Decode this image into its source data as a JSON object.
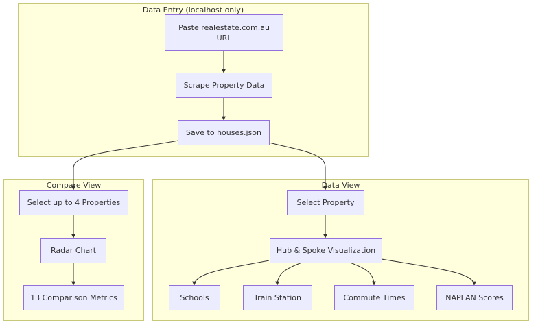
{
  "clusters": {
    "data_entry": "Data Entry (localhost only)",
    "compare_view": "Compare View",
    "data_view": "Data View"
  },
  "nodes": {
    "paste_url": "Paste realestate.com.au\nURL",
    "scrape": "Scrape Property Data",
    "save": "Save to houses.json",
    "select_up_to_4": "Select up to 4 Properties",
    "radar": "Radar Chart",
    "metrics": "13 Comparison Metrics",
    "select_property": "Select Property",
    "hub_spoke": "Hub & Spoke Visualization",
    "schools": "Schools",
    "train": "Train Station",
    "commute": "Commute Times",
    "naplan": "NAPLAN Scores"
  },
  "colors": {
    "cluster_fill": "#ffffde",
    "cluster_border": "#c8c87a",
    "node_fill": "#ececff",
    "node_border": "#9370db",
    "edge": "#333333"
  }
}
